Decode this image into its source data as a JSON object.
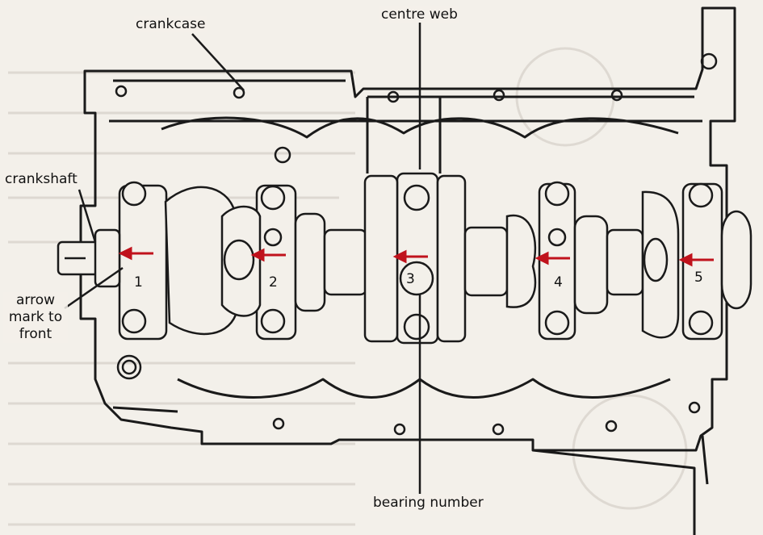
{
  "labels": {
    "crankcase": "crankcase",
    "centre_web": "centre web",
    "crankshaft": "crankshaft",
    "arrow_mark": "arrow mark to front",
    "bearing_number": "bearing number"
  },
  "bearings": [
    "1",
    "2",
    "3",
    "4",
    "5"
  ],
  "colors": {
    "ink": "#1a1a1a",
    "arrow": "#c0121c",
    "paper": "#f3f0ea",
    "background_print": "#cfcac3"
  }
}
